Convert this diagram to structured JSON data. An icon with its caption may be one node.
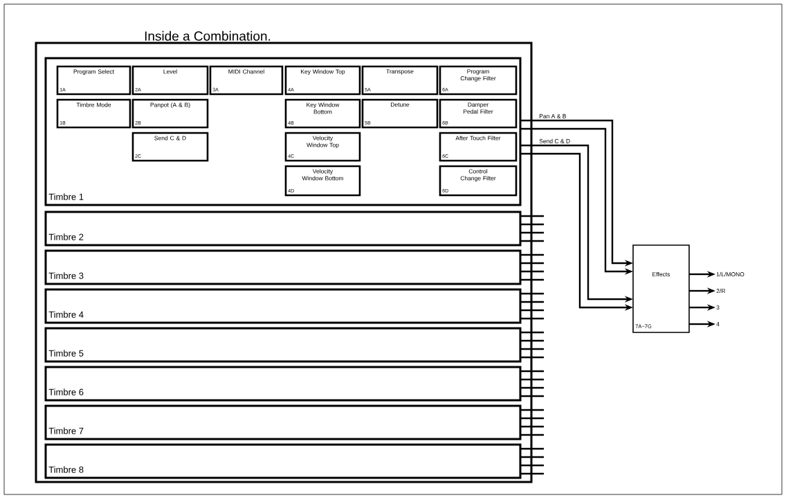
{
  "diagram": {
    "nodes": [
      {
        "text": [
          "Inside a Combination."
        ]
      },
      {
        "text": [
          "Timbre 1"
        ],
        "in": 0
      },
      {
        "text": [
          "Program Select",
          "1A"
        ],
        "in": 1
      },
      {
        "text": [
          "Level",
          "2A"
        ],
        "in": 1
      },
      {
        "text": [
          "MIDI Channel",
          "3A"
        ],
        "in": 1
      },
      {
        "text": [
          "Key Window Top",
          "4A"
        ],
        "in": 1
      },
      {
        "text": [
          "Transpose",
          "5A"
        ],
        "in": 1
      },
      {
        "text": [
          "Program Change Filter",
          "6A"
        ],
        "in": 1
      },
      {
        "text": [
          "Timbre Mode",
          "1B"
        ],
        "in": 1
      },
      {
        "text": [
          "Panpot (A & B)",
          "2B"
        ],
        "in": 1
      },
      {
        "text": [
          "Key Window Bottom",
          "4B"
        ],
        "in": 1
      },
      {
        "text": [
          "Detune",
          "5B"
        ],
        "in": 1
      },
      {
        "text": [
          "Damper Pedal Filter",
          "6B"
        ],
        "in": 1
      },
      {
        "text": [
          "Send C & D",
          "2C"
        ],
        "in": 1
      },
      {
        "text": [
          "Velocity Window Top",
          "4C"
        ],
        "in": 1
      },
      {
        "text": [
          "After Touch Filter",
          "6C"
        ],
        "in": 1
      },
      {
        "text": [
          "Velocity Window Bottom",
          "4D"
        ],
        "in": 1
      },
      {
        "text": [
          "Control Change Filter",
          "6D"
        ],
        "in": 1
      },
      {
        "text": [
          "Timbre 2"
        ],
        "in": 0
      },
      {
        "text": [
          "Timbre 3"
        ],
        "in": 0
      },
      {
        "text": [
          "Timbre 4"
        ],
        "in": 0
      },
      {
        "text": [
          "Timbre 5"
        ],
        "in": 0
      },
      {
        "text": [
          "Timbre 6"
        ],
        "in": 0
      },
      {
        "text": [
          "Timbre 7"
        ],
        "in": 0
      },
      {
        "text": [
          "Timbre 8"
        ],
        "in": 0
      },
      {
        "text": [
          "Effects",
          "7A~7G"
        ]
      },
      {
        "text": [
          "1/L/MONO"
        ]
      },
      {
        "text": [
          "2/R"
        ]
      },
      {
        "text": [
          "3"
        ]
      },
      {
        "text": [
          "4"
        ]
      }
    ],
    "edges": [
      {
        "from": 1,
        "to": 25,
        "arrow": "to",
        "label": "Pan A & B"
      },
      {
        "from": 1,
        "to": 25,
        "arrow": "to"
      },
      {
        "from": 1,
        "to": 25,
        "arrow": "to",
        "label": "Send C & D"
      },
      {
        "from": 1,
        "to": 25,
        "arrow": "to"
      },
      {
        "from": 25,
        "to": 26,
        "arrow": "to"
      },
      {
        "from": 25,
        "to": 27,
        "arrow": "to"
      },
      {
        "from": 25,
        "to": 28,
        "arrow": "to"
      },
      {
        "from": 25,
        "to": 29,
        "arrow": "to"
      }
    ]
  }
}
